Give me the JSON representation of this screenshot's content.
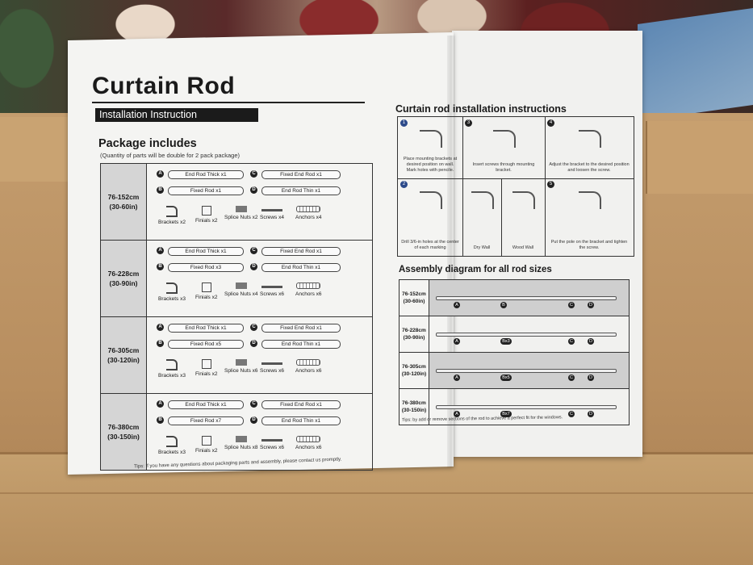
{
  "document": {
    "title": "Curtain Rod",
    "banner": "Installation Instruction",
    "package": {
      "heading": "Package includes",
      "subheading": "(Quantity of parts will be double for 2 pack package)",
      "rows": [
        {
          "size": "76-152cm",
          "size_in": "(30-60in)",
          "rods": [
            {
              "letter": "A",
              "label": "End Rod Thick  x1"
            },
            {
              "letter": "B",
              "label": "Fixed Rod  x1"
            },
            {
              "letter": "C",
              "label": "Fixed End Rod  x1"
            },
            {
              "letter": "D",
              "label": "End Rod Thin  x1"
            }
          ],
          "parts": [
            "Brackets x2",
            "Finials x2",
            "Splice Nuts x2",
            "Screws x4",
            "Anchors x4"
          ]
        },
        {
          "size": "76-228cm",
          "size_in": "(30-90in)",
          "rods": [
            {
              "letter": "A",
              "label": "End Rod Thick  x1"
            },
            {
              "letter": "B",
              "label": "Fixed Rod  x3"
            },
            {
              "letter": "C",
              "label": "Fixed End Rod  x1"
            },
            {
              "letter": "D",
              "label": "End Rod Thin  x1"
            }
          ],
          "parts": [
            "Brackets x3",
            "Finials x2",
            "Splice Nuts x4",
            "Screws x6",
            "Anchors x6"
          ]
        },
        {
          "size": "76-305cm",
          "size_in": "(30-120in)",
          "rods": [
            {
              "letter": "A",
              "label": "End Rod Thick  x1"
            },
            {
              "letter": "B",
              "label": "Fixed Rod  x5"
            },
            {
              "letter": "C",
              "label": "Fixed End Rod  x1"
            },
            {
              "letter": "D",
              "label": "End Rod Thin  x1"
            }
          ],
          "parts": [
            "Brackets x3",
            "Finials x2",
            "Splice Nuts x6",
            "Screws x6",
            "Anchors x6"
          ]
        },
        {
          "size": "76-380cm",
          "size_in": "(30-150in)",
          "rods": [
            {
              "letter": "A",
              "label": "End Rod Thick  x1"
            },
            {
              "letter": "B",
              "label": "Fixed Rod  x7"
            },
            {
              "letter": "C",
              "label": "Fixed End Rod  x1"
            },
            {
              "letter": "D",
              "label": "End Rod Thin  x1"
            }
          ],
          "parts": [
            "Brackets x3",
            "Finials x2",
            "Splice Nuts x8",
            "Screws x6",
            "Anchors x6"
          ]
        }
      ],
      "tips": "Tips: If you have any questions about packaging parts and assembly, please contact us promptly."
    },
    "install": {
      "heading": "Curtain rod installation instructions",
      "steps": [
        {
          "num": "1",
          "text": "Place mounting brackets at desired position on wall. Mark holes with pencile."
        },
        {
          "num": "3",
          "text": "Insert screws through mounting bracket."
        },
        {
          "num": "4",
          "text": "Adjust the bracket to the desired position and loosen the screw."
        },
        {
          "num": "2",
          "text": "Drill 3/6-in holes at the center of each marking"
        },
        {
          "num": "",
          "text": "Dry Wall"
        },
        {
          "num": "",
          "text": "Wood Wall"
        },
        {
          "num": "5",
          "text": "Put the pole on the bracket and tighten the screw."
        }
      ]
    },
    "assembly": {
      "heading": "Assembly diagram for all rod sizes",
      "rows": [
        {
          "size": "76-152cm",
          "size_in": "(30-60in)",
          "b_label": "B"
        },
        {
          "size": "76-228cm",
          "size_in": "(30-90in)",
          "b_label": "Bx3"
        },
        {
          "size": "76-305cm",
          "size_in": "(30-120in)",
          "b_label": "Bx5"
        },
        {
          "size": "76-380cm",
          "size_in": "(30-150in)",
          "b_label": "Bx7"
        }
      ],
      "tips": "Tips: by add or remove sections of the rod to achieve a perfect fit for the windows."
    }
  },
  "colors": {
    "step_badge": "#2c4a8a",
    "ink": "#1a1a1a",
    "banner": "#1b1b1b",
    "shade": "#d5d5d5"
  }
}
